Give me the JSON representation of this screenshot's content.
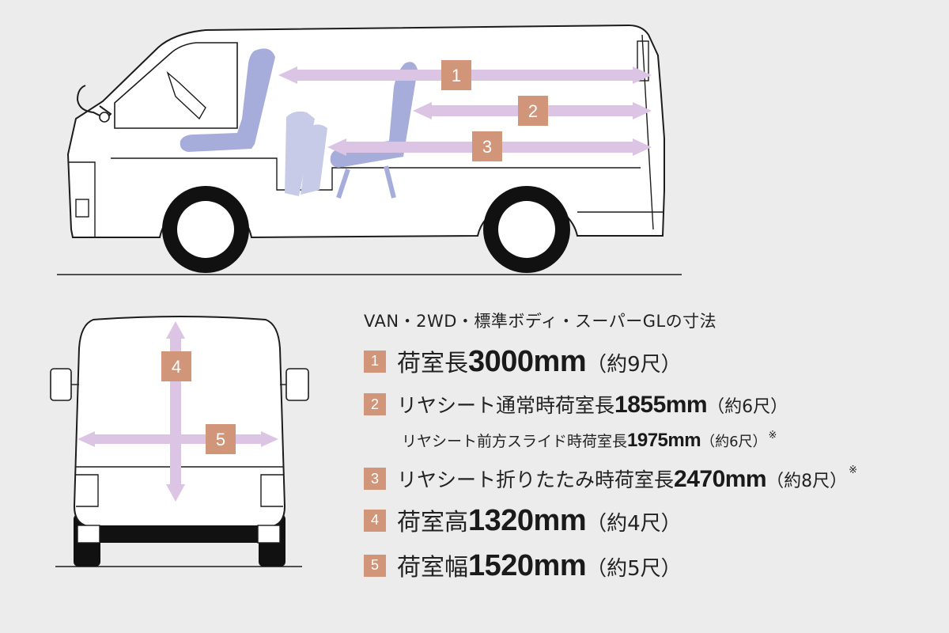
{
  "heading": "VAN・2WD・標準ボディ・スーパーGLの寸法",
  "colors": {
    "background": "#ececec",
    "arrow": "#dcc4e4",
    "badge": "#d1967a",
    "seat": "#a6addb",
    "seat_light": "#c7cbe8",
    "outline": "#1c1c1c",
    "tire": "#111111"
  },
  "markers": {
    "m1": "1",
    "m2": "2",
    "m3": "3",
    "m4": "4",
    "m5": "5"
  },
  "specs": [
    {
      "label": "荷室長",
      "value": "3000mm",
      "note": "（約9尺）",
      "mark": ""
    },
    {
      "label": "リヤシート通常時荷室長",
      "value": "1855mm",
      "note": "（約6尺）",
      "mark": ""
    },
    {
      "label": "リヤシート前方スライド時荷室長",
      "value": "1975mm",
      "note": "（約6尺）",
      "mark": "※"
    },
    {
      "label": "リヤシート折りたたみ時荷室長",
      "value": "2470mm",
      "note": "（約8尺）",
      "mark": "※"
    },
    {
      "label": "荷室高",
      "value": "1320mm",
      "note": "（約4尺）",
      "mark": ""
    },
    {
      "label": "荷室幅",
      "value": "1520mm",
      "note": "（約5尺）",
      "mark": ""
    }
  ]
}
